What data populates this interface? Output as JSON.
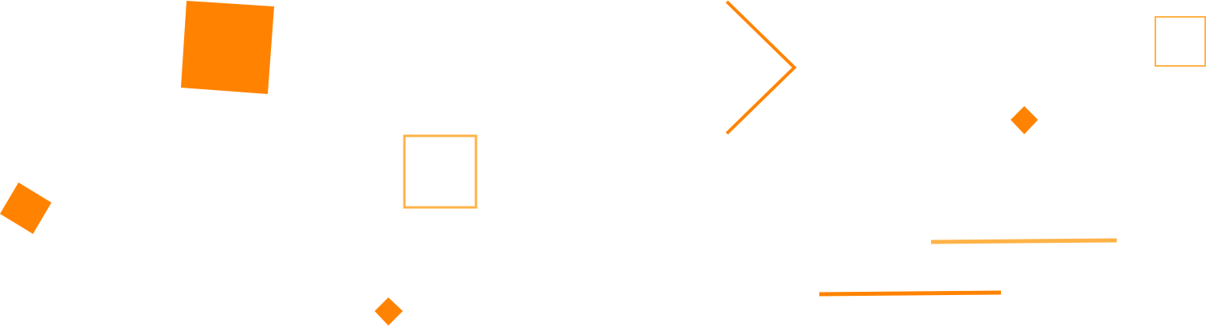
{
  "background": "#ffffff",
  "palette": {
    "orange": "#FF8300",
    "light_orange": "#FFB347"
  },
  "shapes": [
    {
      "name": "large-filled-square",
      "kind": "filled-square",
      "color": "orange"
    },
    {
      "name": "small-filled-square-left",
      "kind": "filled-square",
      "color": "orange"
    },
    {
      "name": "tiny-filled-diamond-bottom",
      "kind": "filled-diamond",
      "color": "orange"
    },
    {
      "name": "outline-square-center",
      "kind": "outline-square",
      "color": "light_orange"
    },
    {
      "name": "chevron-right-shape",
      "kind": "chevron",
      "color": "orange"
    },
    {
      "name": "tiny-filled-diamond-right",
      "kind": "filled-diamond",
      "color": "orange"
    },
    {
      "name": "outline-square-top-right",
      "kind": "outline-square",
      "color": "light_orange"
    },
    {
      "name": "line-upper",
      "kind": "line",
      "color": "light_orange"
    },
    {
      "name": "line-lower",
      "kind": "line",
      "color": "orange"
    }
  ]
}
